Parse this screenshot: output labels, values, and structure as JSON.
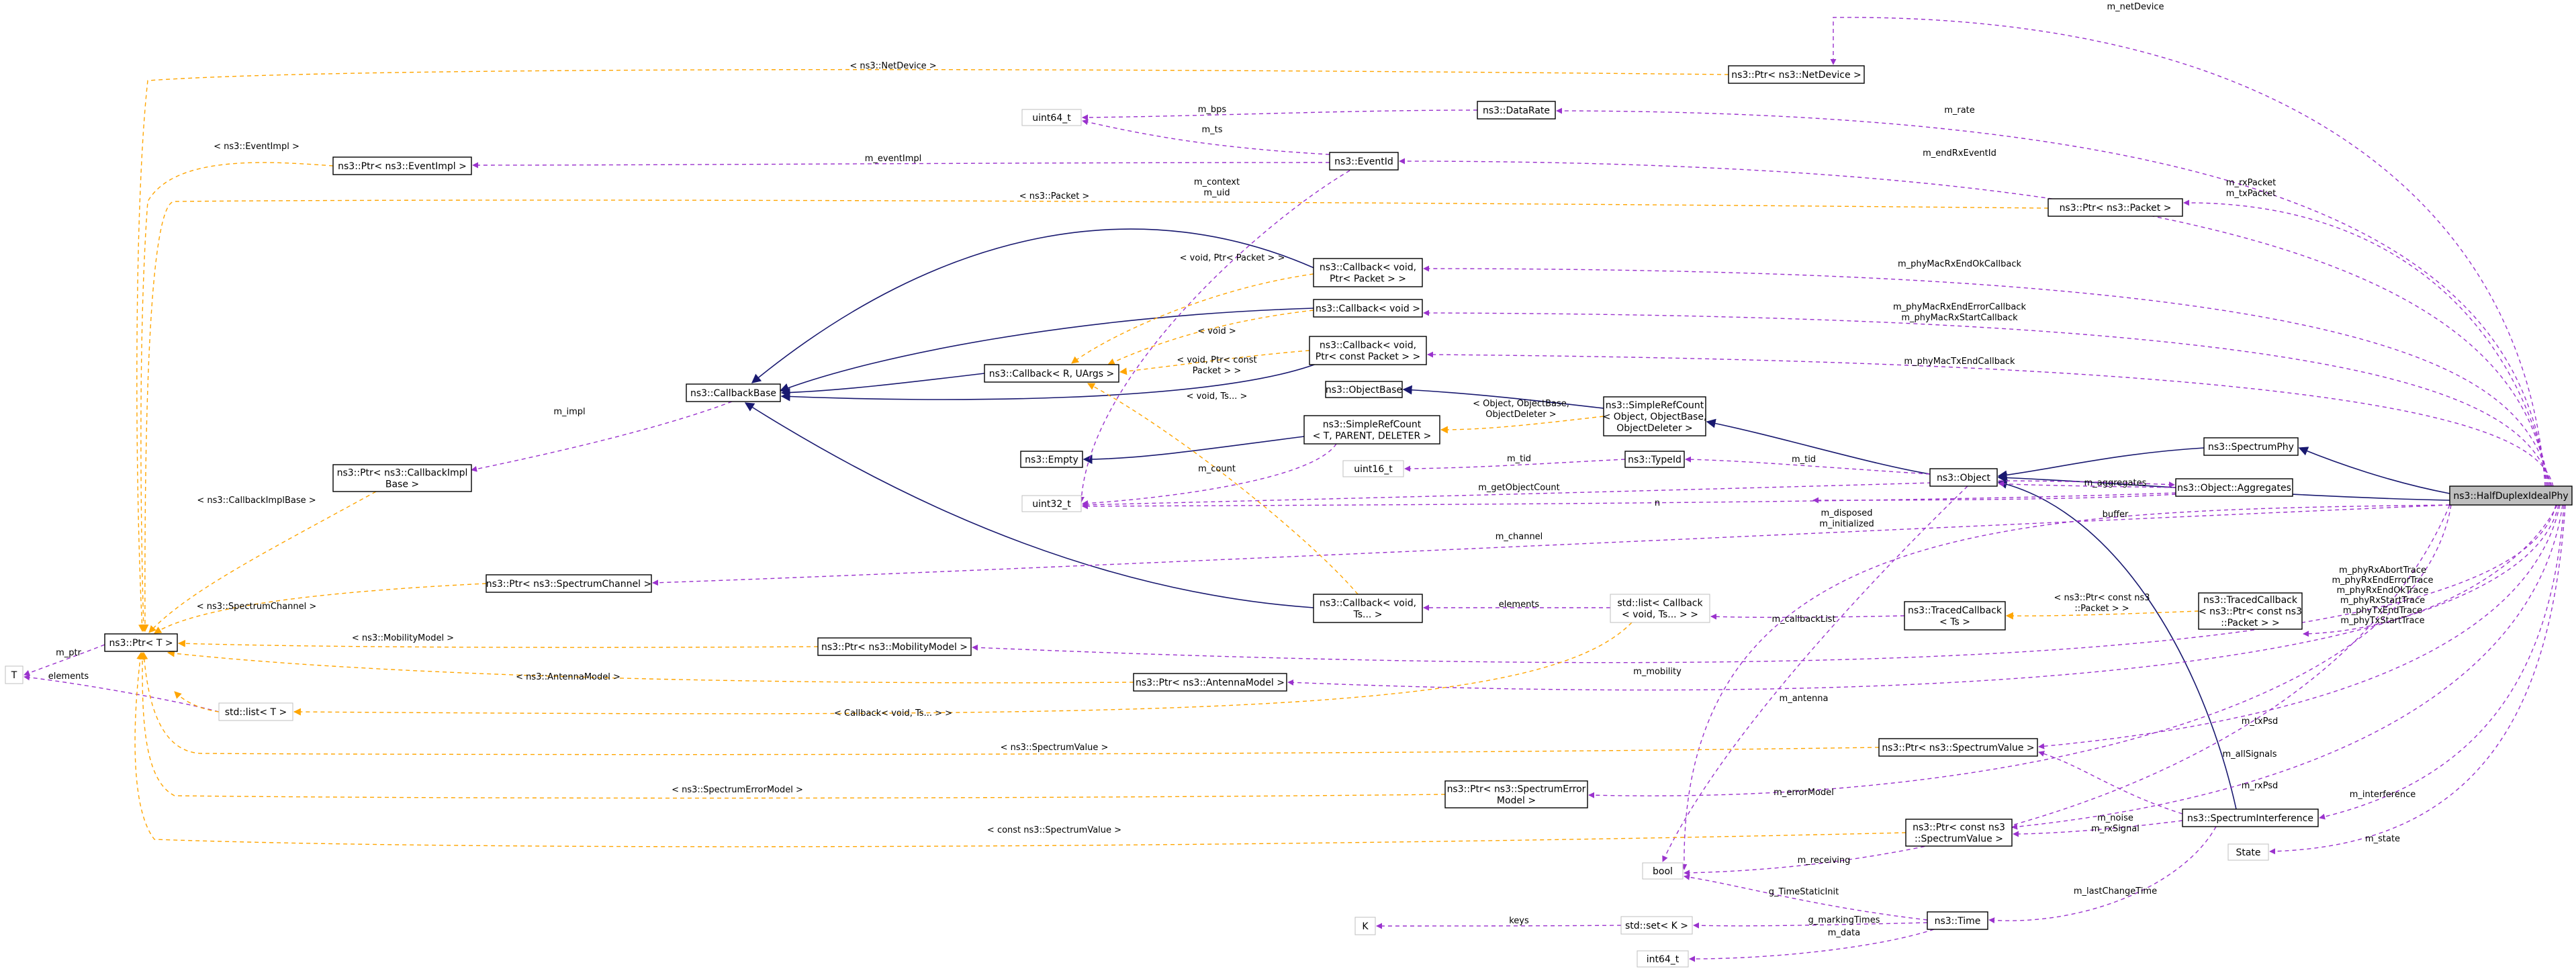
{
  "colors": {
    "inherit": "#191970",
    "usage": "#9a32cd",
    "template": "#ffa500",
    "node_border": "#000000",
    "node_border_light": "#bfbfbf",
    "highlight_fill": "#bfbfbf",
    "text": "#000000"
  },
  "nodes": {
    "halfduplex": "ns3::HalfDuplexIdealPhy",
    "spectrumphy": "ns3::SpectrumPhy",
    "object": "ns3::Object",
    "objectbase": "ns3::ObjectBase",
    "simplerefcount_obj": [
      "ns3::SimpleRefCount",
      "< Object, ObjectBase,",
      "ObjectDeleter >"
    ],
    "simplerefcount_t": [
      "ns3::SimpleRefCount",
      "< T, PARENT, DELETER >"
    ],
    "empty": "ns3::Empty",
    "typeid": "ns3::TypeId",
    "uint16": "uint16_t",
    "uint32": "uint32_t",
    "uint64": "uint64_t",
    "int64": "int64_t",
    "bool": "bool",
    "aggregates": "ns3::Object::Aggregates",
    "callbackbase": "ns3::CallbackBase",
    "callback_ruargs": "ns3::Callback< R, UArgs >",
    "callback_void_ptr_packet": [
      "ns3::Callback< void,",
      "Ptr< Packet > >"
    ],
    "callback_void": "ns3::Callback< void >",
    "callback_void_ptr_const_packet": [
      "ns3::Callback< void,",
      "Ptr< const Packet > >"
    ],
    "callback_void_ts": [
      "ns3::Callback< void,",
      "Ts... >"
    ],
    "ptr_callbackimplbase": [
      "ns3::Ptr< ns3::CallbackImpl",
      "Base >"
    ],
    "ptr_eventimpl": "ns3::Ptr< ns3::EventImpl >",
    "eventid": "ns3::EventId",
    "datarate": "ns3::DataRate",
    "ptr_netdevice": "ns3::Ptr< ns3::NetDevice >",
    "ptr_packet": "ns3::Ptr< ns3::Packet >",
    "ptr_t": "ns3::Ptr< T >",
    "t": "T",
    "stdlist_t": "std::list< T >",
    "ptr_spectrumchannel": "ns3::Ptr< ns3::SpectrumChannel >",
    "ptr_mobilitymodel": "ns3::Ptr< ns3::MobilityModel >",
    "ptr_antennamodel": "ns3::Ptr< ns3::AntennaModel >",
    "stdlist_callback": [
      "std::list< Callback",
      "< void, Ts... > >"
    ],
    "tracedcallback_ts": [
      "ns3::TracedCallback",
      "< Ts >"
    ],
    "tracedcallback_packet": [
      "ns3::TracedCallback",
      "< ns3::Ptr< const ns3",
      "::Packet > >"
    ],
    "ptr_spectrumvalue": "ns3::Ptr< ns3::SpectrumValue >",
    "ptr_spectrumerror": [
      "ns3::Ptr< ns3::SpectrumError",
      "Model >"
    ],
    "ptr_const_spectrumvalue": [
      "ns3::Ptr< const ns3",
      "::SpectrumValue >"
    ],
    "spectruminterference": "ns3::SpectrumInterference",
    "state": "State",
    "time": "ns3::Time",
    "k": "K",
    "stdset_k": "std::set< K >"
  },
  "labels": {
    "m_netdevice": "m_netDevice",
    "ns3_netdevice": "< ns3::NetDevice >",
    "m_bps": "m_bps",
    "m_rate": "m_rate",
    "m_ts": "m_ts",
    "ns3_eventimpl": "< ns3::EventImpl >",
    "m_eventimpl": "m_eventImpl",
    "m_endrxeventid": "m_endRxEventId",
    "m_context_uid": [
      "m_context",
      "m_uid"
    ],
    "ns3_packet": "< ns3::Packet >",
    "m_rxpacket_txpacket": [
      "m_rxPacket",
      "m_txPacket"
    ],
    "void_ptr_packet": "< void, Ptr< Packet > >",
    "m_phymacrxendokcallback": "m_phyMacRxEndOkCallback",
    "void": "< void >",
    "m_phymacrxenderror": [
      "m_phyMacRxEndErrorCallback",
      "m_phyMacRxStartCallback"
    ],
    "void_ptr_const_packet": [
      "< void, Ptr< const",
      "Packet > >"
    ],
    "m_phymactxendcallback": "m_phyMacTxEndCallback",
    "void_ts": "< void, Ts... >",
    "m_impl": "m_impl",
    "object_objectbase_deleter": [
      "< Object, ObjectBase,",
      "ObjectDeleter >"
    ],
    "m_tid_1": "m_tid",
    "m_tid_2": "m_tid",
    "m_count": "m_count",
    "m_getobjectcount": "m_getObjectCount",
    "m_aggregates": "m_aggregates",
    "n": "n",
    "m_disposed_initialized": [
      "m_disposed",
      "m_initialized"
    ],
    "m_channel": "m_channel",
    "ns3_callbackimplbase": "< ns3::CallbackImplBase >",
    "ns3_spectrumchannel": "< ns3::SpectrumChannel >",
    "m_ptr": "m_ptr",
    "elements_1": "elements",
    "ns3_mobilitymodel": "< ns3::MobilityModel >",
    "ns3_antennamodel": "< ns3::AntennaModel >",
    "elements_2": "elements",
    "buffer": "buffer",
    "m_callbacklist": "m_callbackList",
    "ns3_ptr_const_packet": [
      "< ns3::Ptr< const ns3",
      "::Packet > >"
    ],
    "trace_names": [
      "m_phyRxAbortTrace",
      "m_phyRxEndErrorTrace",
      "m_phyRxEndOkTrace",
      "m_phyRxStartTrace",
      "m_phyTxEndTrace",
      "m_phyTxStartTrace"
    ],
    "m_mobility": "m_mobility",
    "callback_void_ts_list": "< Callback< void, Ts... > >",
    "m_antenna": "m_antenna",
    "m_txpsd": "m_txPsd",
    "ns3_spectrumvalue": "< ns3::SpectrumValue >",
    "m_allsignals": "m_allSignals",
    "m_rxpsd": "m_rxPsd",
    "m_interference": "m_interference",
    "ns3_spectrumerrormodel": "< ns3::SpectrumErrorModel >",
    "m_errormodel": "m_errorModel",
    "m_noise_rxsignal": [
      "m_noise",
      "m_rxSignal"
    ],
    "m_state": "m_state",
    "const_ns3_spectrumvalue": "< const ns3::SpectrumValue >",
    "m_receiving": "m_receiving",
    "m_lastchangetime": "m_lastChangeTime",
    "g_timestaticinit": "g_TimeStaticInit",
    "keys": "keys",
    "g_markingtimes": "g_markingTimes",
    "m_data": "m_data"
  }
}
